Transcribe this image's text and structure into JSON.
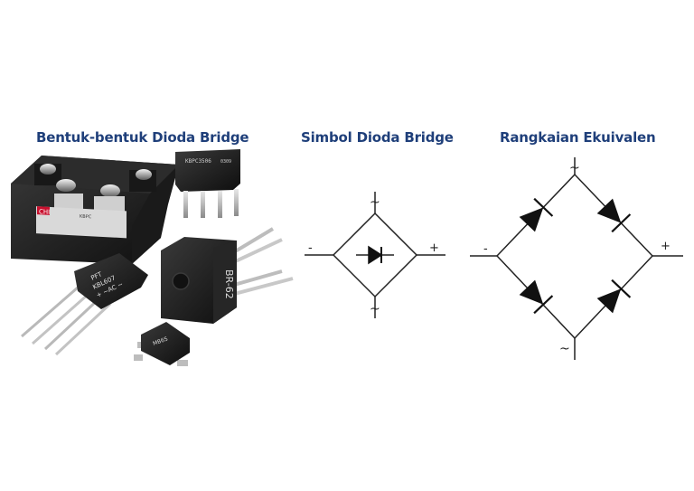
{
  "headings": {
    "forms": "Bentuk-bentuk Dioda Bridge",
    "symbol": "Simbol Dioda Bridge",
    "equivalent": "Rangkaian Ekuivalen"
  },
  "symbol": {
    "ac_top": "~",
    "ac_bottom": "~",
    "minus": "-",
    "plus": "+"
  },
  "equivalent": {
    "ac_top": "~",
    "ac_bottom": "~",
    "minus": "-",
    "plus": "+"
  },
  "components": {
    "module_brand": "CHI",
    "module_part": "KBPC",
    "kbpc_top_text": "KBPC3506",
    "kbpc_top_date": "0309",
    "kbl_text_1": "PFT",
    "kbl_text_2": "KBL607",
    "kbl_text_3": "+ ~AC ~",
    "br_text": "BR-62",
    "mb_text": "MB6S"
  },
  "colors": {
    "heading": "#1f3f7a",
    "line": "#222222",
    "diode": "#111111"
  }
}
